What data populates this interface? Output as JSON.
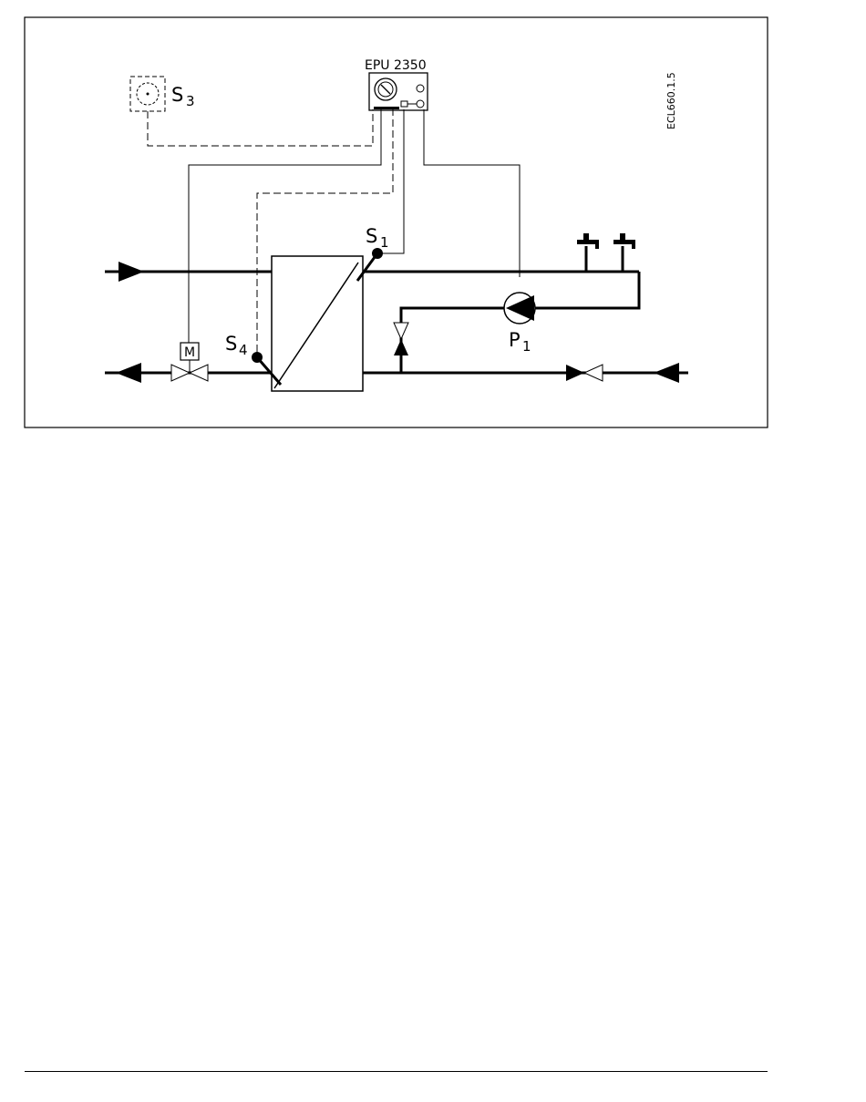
{
  "controller": {
    "label": "EPU 2350"
  },
  "drawing_id": "ECL660.1.5",
  "sensors": {
    "s1": {
      "letter": "S",
      "index": "1"
    },
    "s3": {
      "letter": "S",
      "index": "3"
    },
    "s4": {
      "letter": "S",
      "index": "4"
    }
  },
  "pump": {
    "letter": "P",
    "index": "1"
  },
  "motor": {
    "label": "M"
  },
  "icons": [
    "tap-icon",
    "pump-icon",
    "valve-icon",
    "flow-arrow-icon",
    "sensor-icon",
    "heat-exchanger-icon",
    "controller-icon",
    "room-sensor-icon"
  ],
  "colors": {
    "line": "#000000",
    "background": "#ffffff"
  }
}
